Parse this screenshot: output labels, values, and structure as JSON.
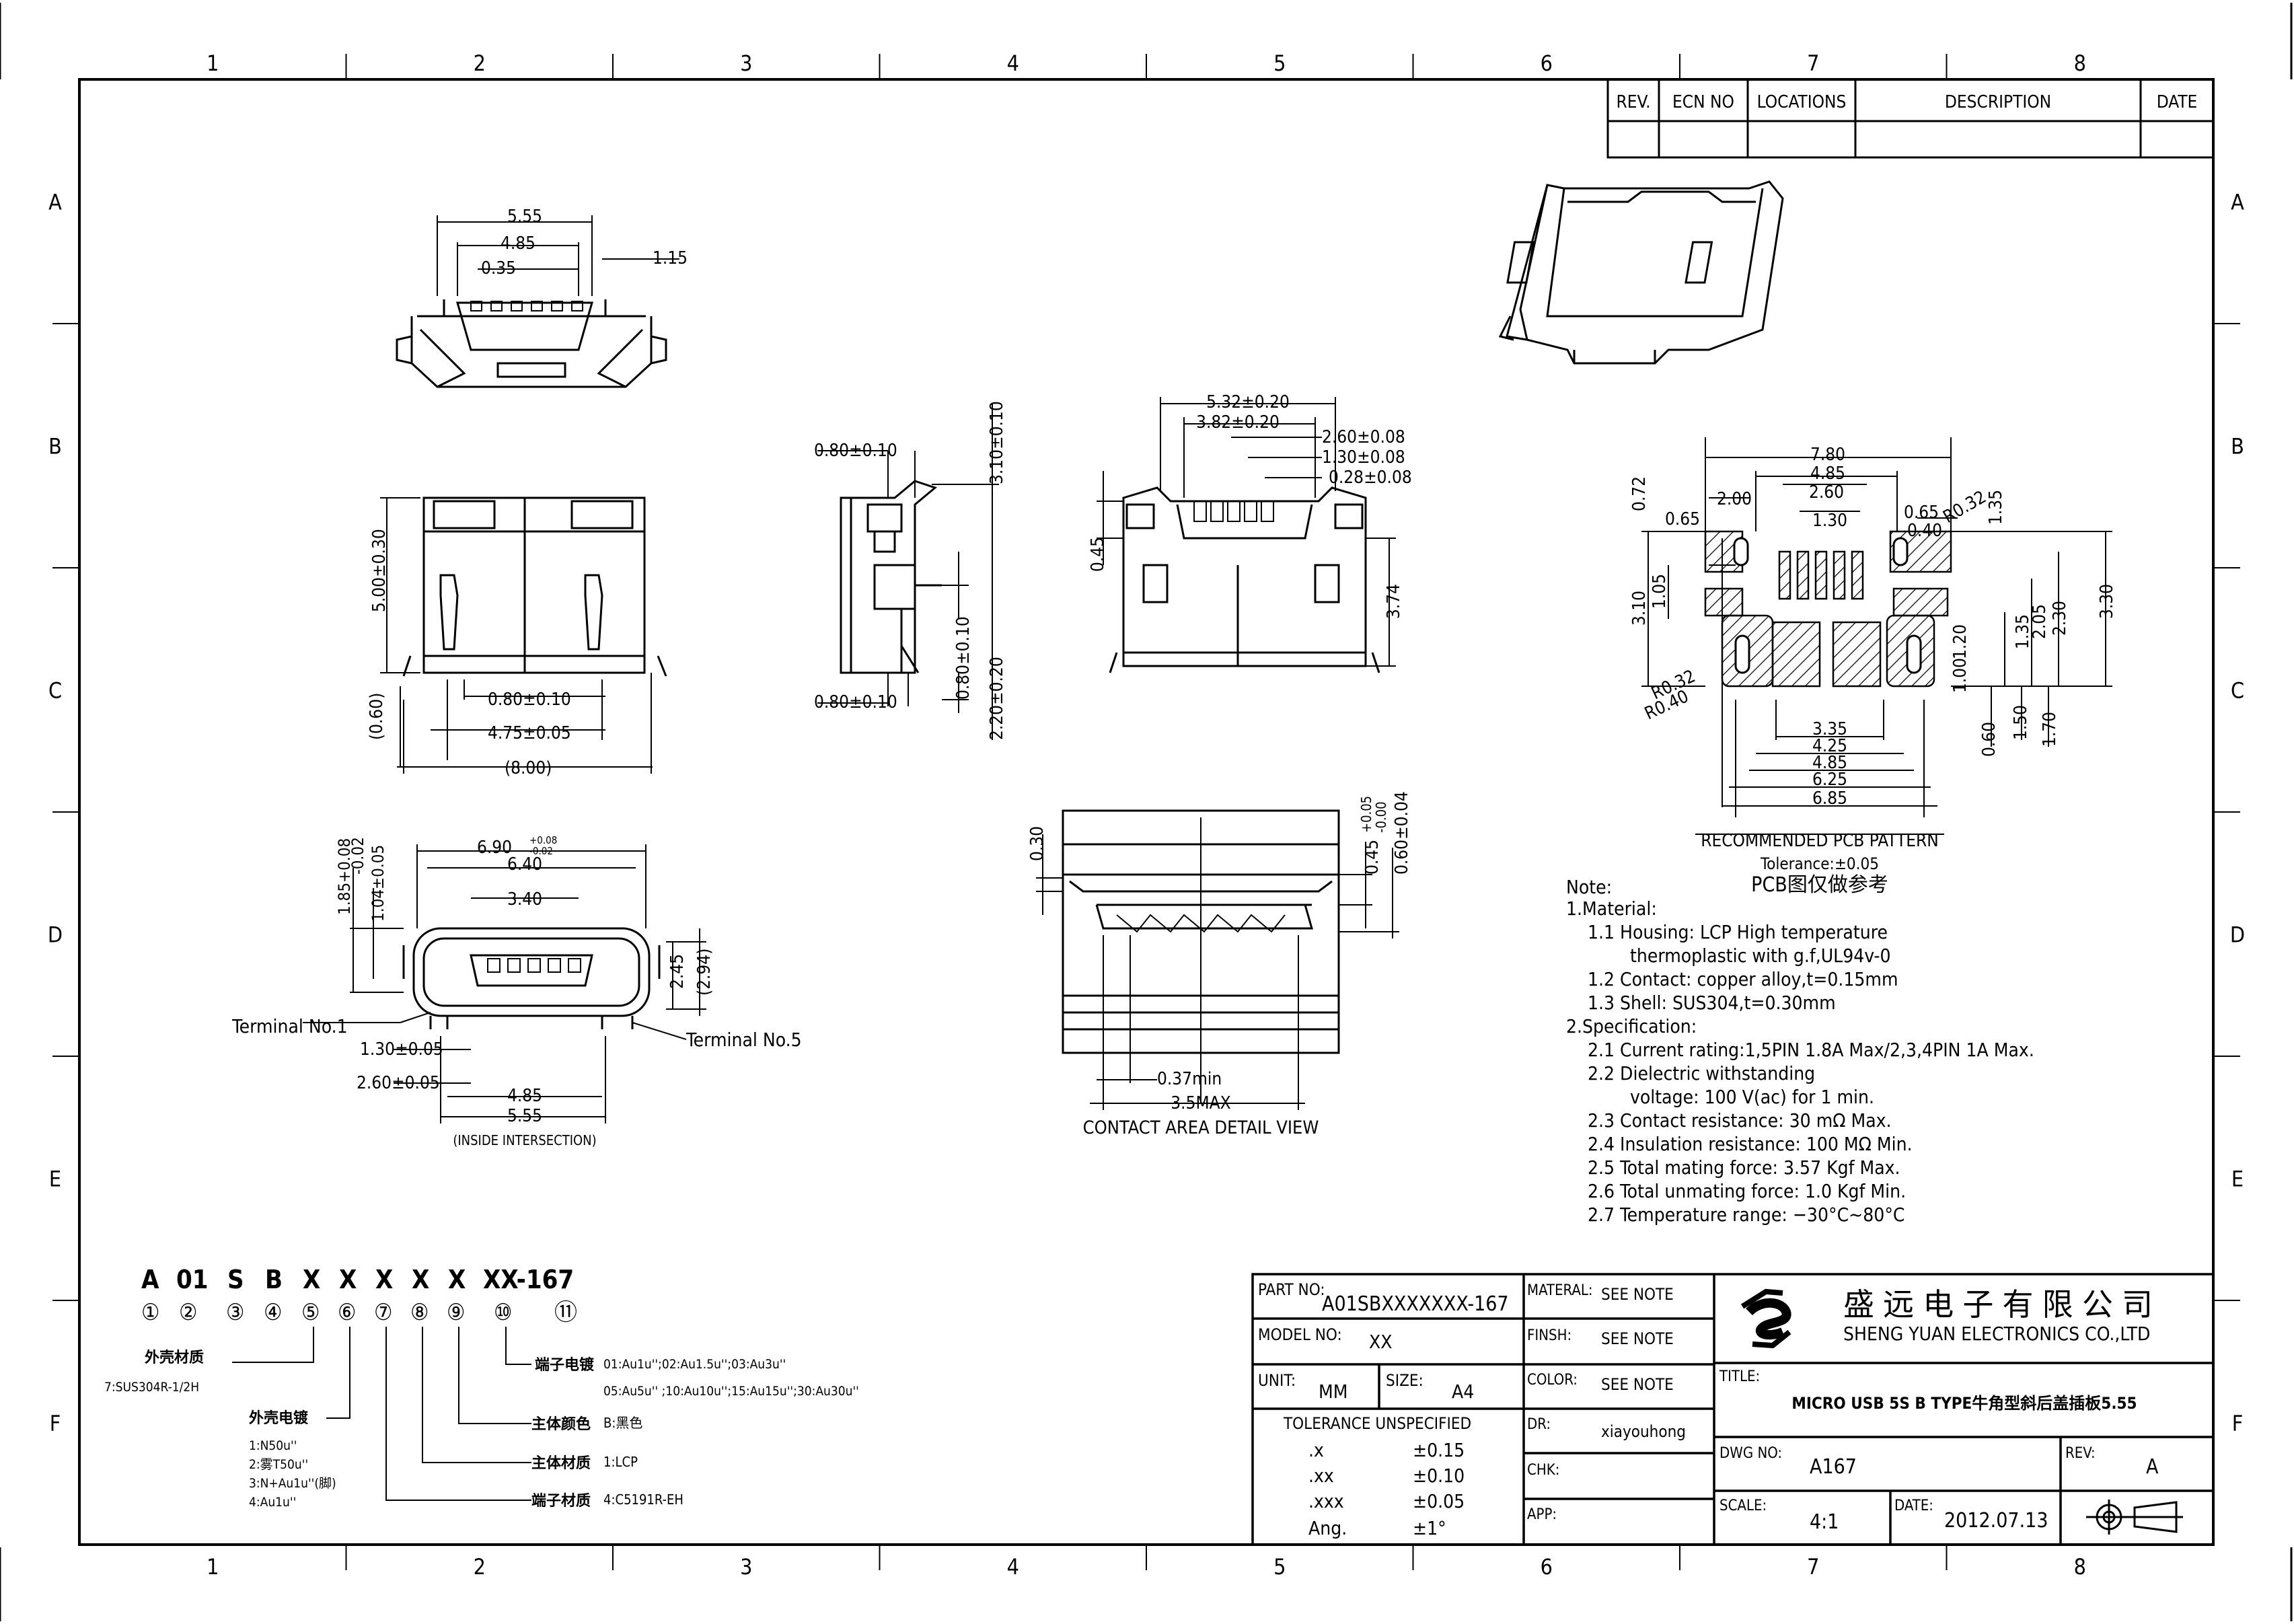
{
  "zones": {
    "columns": [
      "1",
      "2",
      "3",
      "4",
      "5",
      "6",
      "7",
      "8"
    ],
    "rows": [
      "A",
      "B",
      "C",
      "D",
      "E",
      "F"
    ]
  },
  "revision_table": {
    "headers": [
      "REV.",
      "ECN NO",
      "LOCATIONS",
      "DESCRIPTION",
      "DATE"
    ]
  },
  "top_view_dims": [
    "5.55",
    "4.85",
    "0.35",
    "1.15"
  ],
  "side_a_dims": [
    "5.00±0.30",
    "0.80±0.10",
    "4.75±0.05",
    "(0.60)",
    "(8.00)"
  ],
  "side_b_dims": [
    "0.80±0.10",
    "3.10±0.10",
    "0.80±0.10",
    "0.80±0.10",
    "2.20±0.20"
  ],
  "front_dims": [
    "5.32±0.20",
    "3.82±0.20",
    "2.60±0.08",
    "1.30±0.08",
    "0.28±0.08",
    "0.45",
    "3.74"
  ],
  "mating_face": {
    "dims": [
      "6.90",
      "+0.08",
      "-0.02",
      "6.40",
      "3.40",
      "1.85+0.08",
      "-0.02",
      "1.04±0.05",
      "2.45",
      "(2.94)",
      "1.30±0.05",
      "2.60±0.05",
      "4.85",
      "5.55"
    ],
    "terminal_1": "Terminal No.1",
    "terminal_5": "Terminal No.5",
    "inside_note": "(INSIDE INTERSECTION)"
  },
  "contact_detail": {
    "dims": [
      "0.30",
      "0.45",
      "+0.05",
      "-0.00",
      "0.60±0.04",
      "0.37min",
      "3.5MAX"
    ],
    "caption": "CONTACT AREA DETAIL VIEW"
  },
  "pcb": {
    "dims_top": [
      "7.80",
      "4.85",
      "2.60",
      "1.30",
      "2.00",
      "0.65",
      "0.65",
      "0.40",
      "R0.32",
      "1.35",
      "0.72"
    ],
    "dims_left": [
      "3.10",
      "1.05",
      "R0.32",
      "R0.40"
    ],
    "dims_right": [
      "3.30",
      "2.30",
      "2.05",
      "1.35",
      "1.20",
      "1.00"
    ],
    "dims_bottom": [
      "3.35",
      "4.25",
      "4.85",
      "6.25",
      "6.85",
      "0.60",
      "1.50",
      "1.70"
    ],
    "title": "RECOMMENDED PCB PATTERN",
    "tolerance": "Tolerance:±0.05",
    "cn_note": "PCB图仅做参考"
  },
  "notes": {
    "heading": "Note:",
    "lines": [
      "1.Material:",
      "1.1  Housing:  LCP  High  temperature",
      "thermoplastic  with  g.f,UL94v-0",
      "1.2  Contact:  copper  alloy,t=0.15mm",
      "1.3  Shell:  SUS304,t=0.30mm",
      "2.Specification:",
      "2.1  Current  rating:1,5PIN  1.8A  Max/2,3,4PIN  1A  Max.",
      "2.2  Dielectric  withstanding",
      "voltage:  100  V(ac)  for  1  min.",
      "2.3  Contact  resistance:  30  mΩ  Max.",
      "2.4  Insulation  resistance:  100  MΩ  Min.",
      "2.5  Total  mating  force:  3.57  Kgf  Max.",
      "2.6  Total  unmating  force:  1.0  Kgf  Min.",
      "2.7  Temperature  range:  −30°C~80°C"
    ]
  },
  "part_code": {
    "code": [
      "A",
      "01",
      "S",
      "B",
      "X",
      "X",
      "X",
      "X",
      "X",
      "XX-167"
    ],
    "indices": [
      "①",
      "②",
      "③",
      "④",
      "⑤",
      "⑥",
      "⑦",
      "⑧",
      "⑨",
      "⑩",
      "⑪"
    ],
    "shell_material_label": "外壳材质",
    "shell_material_value": "7:SUS304R-1/2H",
    "shell_plating_label": "外壳电镀",
    "shell_plating_values": [
      "1:N50u''",
      "2:雾T50u''",
      "3:N+Au1u''(脚)",
      "4:Au1u''"
    ],
    "terminal_plating_label": "端子电镀",
    "terminal_plating_values": [
      "01:Au1u'';02:Au1.5u'';03:Au3u''",
      "05:Au5u'' ;10:Au10u'';15:Au15u'';30:Au30u''"
    ],
    "body_color_label": "主体颜色",
    "body_color_value": "B:黑色",
    "body_material_label": "主体材质",
    "body_material_value": "1:LCP",
    "terminal_material_label": "端子材质",
    "terminal_material_value": "4:C5191R-EH"
  },
  "title_block": {
    "part_no_label": "PART NO:",
    "part_no": "A01SBXXXXXXX-167",
    "model_no_label": "MODEL NO:",
    "model_no": "XX",
    "unit_label": "UNIT:",
    "unit": "MM",
    "size_label": "SIZE:",
    "size": "A4",
    "tolerance_label": "TOLERANCE  UNSPECIFIED",
    "tolerances": [
      {
        "k": ".x",
        "v": "±0.15"
      },
      {
        "k": ".xx",
        "v": "±0.10"
      },
      {
        "k": ".xxx",
        "v": "±0.05"
      },
      {
        "k": "Ang.",
        "v": "±1°"
      }
    ],
    "material_label": "MATERAL:",
    "material": "SEE NOTE",
    "finish_label": "FINSH:",
    "finish": "SEE NOTE",
    "color_label": "COLOR:",
    "color": "SEE NOTE",
    "dr_label": "DR:",
    "dr": "xiayouhong",
    "chk_label": "CHK:",
    "app_label": "APP:",
    "company_cn": "盛 远 电 子 有 限 公 司",
    "company_en": "SHENG YUAN ELECTRONICS CO.,LTD",
    "title_label": "TITLE:",
    "title": "MICRO USB 5S B TYPE牛角型斜后盖插板5.55",
    "dwg_no_label": "DWG NO:",
    "dwg_no": "A167",
    "rev_label": "REV:",
    "rev": "A",
    "scale_label": "SCALE:",
    "scale": "4:1",
    "date_label": "DATE:",
    "date": "2012.07.13"
  }
}
